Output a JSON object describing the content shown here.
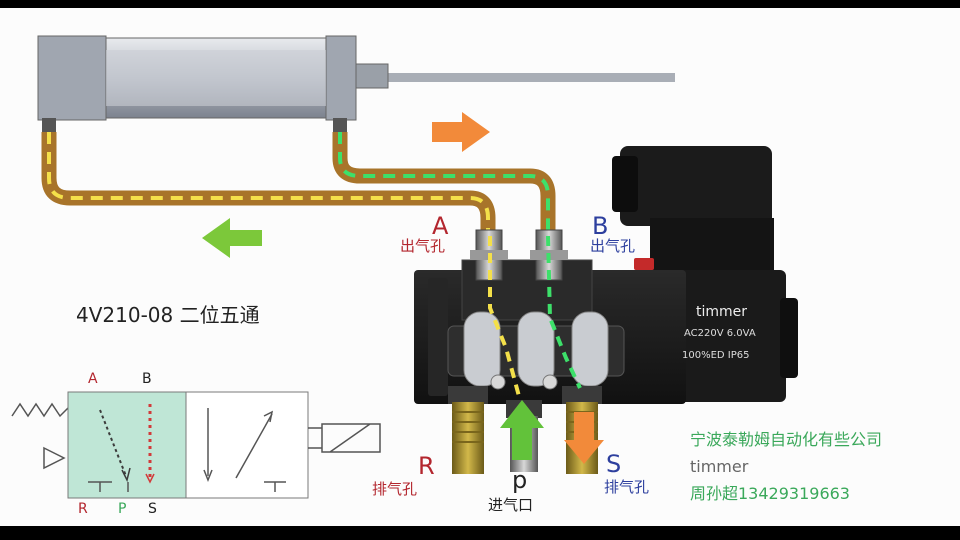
{
  "model_title": "4V210-08 二位五通",
  "ports": {
    "a": {
      "letter": "A",
      "caption": "出气孔"
    },
    "b": {
      "letter": "B",
      "caption": "出气孔"
    },
    "r": {
      "letter": "R",
      "caption": "排气孔"
    },
    "p": {
      "letter": "p",
      "caption": "进气口"
    },
    "s": {
      "letter": "S",
      "caption": "排气孔"
    }
  },
  "coil": {
    "brand": "timmer",
    "spec_line1": "AC220V 6.0VA",
    "spec_line2": "100%ED IP65"
  },
  "symbol": {
    "a": "A",
    "b": "B",
    "r": "R",
    "p": "P",
    "s": "S"
  },
  "company": {
    "name": "宁波泰勒姆自动化有些公司",
    "brand": "timmer",
    "contact": "周孙超13429319663"
  },
  "colors": {
    "pipe": "#a8742a",
    "flow_green": "#3de06a",
    "flow_yellow": "#f4e04a",
    "arrow_orange": "#f28a3a",
    "arrow_green": "#7cc83a",
    "symbol_fill": "#bfe6d6"
  }
}
